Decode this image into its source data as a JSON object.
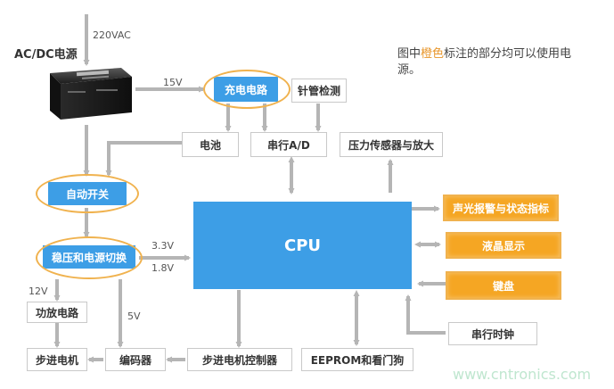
{
  "labels": {
    "ac_dc": "AC/DC电源",
    "vac": "220VAC",
    "v15": "15V",
    "v33": "3.3V",
    "v18": "1.8V",
    "v12": "12V",
    "v5": "5V"
  },
  "note": {
    "pre": "图中",
    "highlight": "橙色",
    "post": "标注的部分均可以使用电源。"
  },
  "blocks": {
    "charging": "充电电路",
    "needle": "针管检测",
    "battery": "电池",
    "serial_ad": "串行A/D",
    "pressure": "压力传感器与放大",
    "auto_switch": "自动开关",
    "regulator": "稳压和电源切换",
    "cpu": "CPU",
    "alarm": "声光报警与状态指标",
    "lcd": "液晶显示",
    "keyboard": "键盘",
    "rtc": "串行时钟",
    "amp": "功放电路",
    "stepper_motor": "步进电机",
    "encoder": "编码器",
    "stepper_ctrl": "步进电机控制器",
    "eeprom": "EEPROM和看门狗"
  },
  "watermark": "www.cntronics.com",
  "colors": {
    "accent_blue": "#3d9ee6",
    "accent_orange": "#f5a623",
    "wire": "#b5b5b5"
  }
}
